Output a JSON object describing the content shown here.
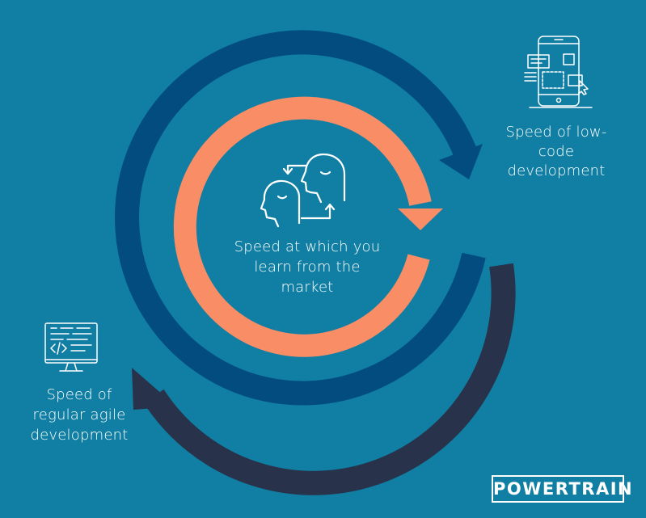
{
  "labels": {
    "low_code": [
      "Speed of low-",
      "code",
      "development"
    ],
    "agile": [
      "Speed of",
      "regular agile",
      "development"
    ],
    "learn": [
      "Speed at which you",
      "learn from the",
      "market"
    ]
  },
  "logo": {
    "text": "POWERTRAIN"
  },
  "icons": {
    "low_code": "mobile-app-builder-icon",
    "agile": "code-monitor-icon",
    "learn": "two-heads-exchange-icon"
  },
  "colors": {
    "background": "#107fa3",
    "outer_arrow": "#28324a",
    "middle_arrow": "#034c80",
    "inner_arrow": "#f98d66",
    "text": "#ffffff"
  }
}
